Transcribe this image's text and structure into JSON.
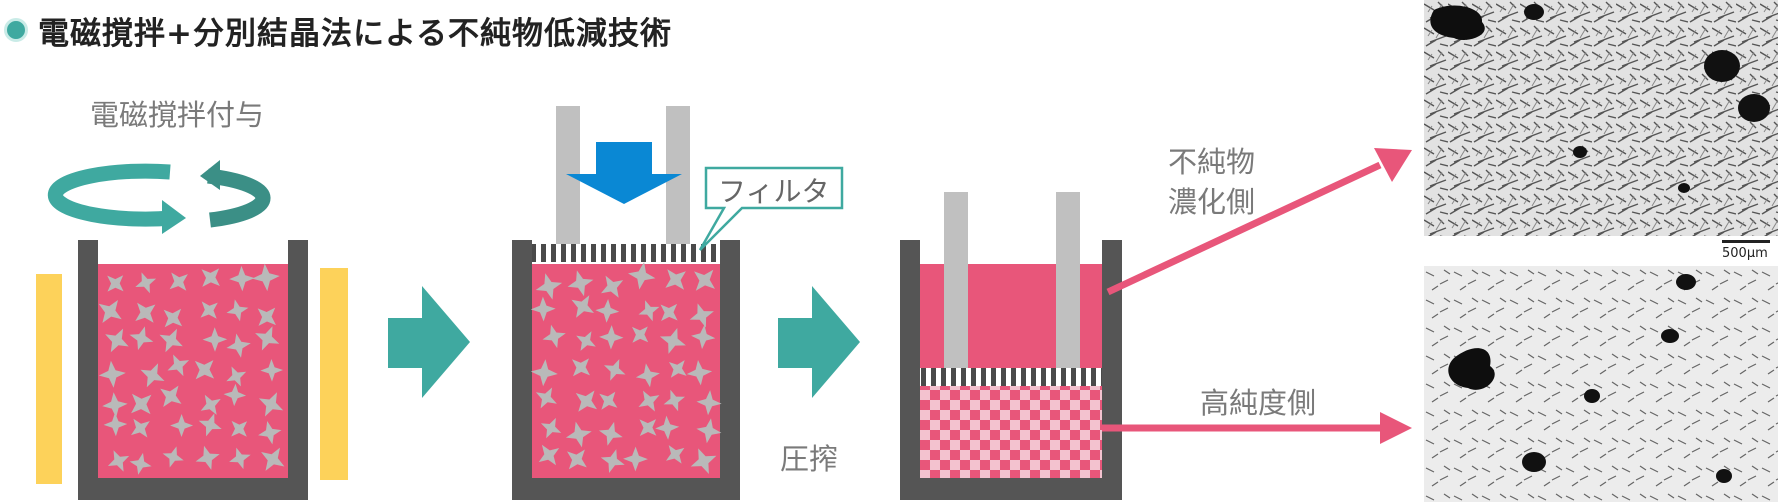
{
  "title": "電磁撹拌+分別結晶法による不純物低減技術",
  "colors": {
    "accent_teal": "#3fa9a0",
    "melt_pink": "#e8567a",
    "crystal_gray": "#b9b9b9",
    "vessel_dark": "#555555",
    "coil_yellow": "#fdd25a",
    "press_blue": "#0a88d4",
    "rod_gray": "#c0c0c0"
  },
  "steps": {
    "stir_label": "電磁撹拌付与",
    "press_label": "圧搾",
    "filter_label": "フィルタ"
  },
  "outputs": {
    "impurity_rich_line1": "不純物",
    "impurity_rich_line2": "濃化側",
    "high_purity": "高純度側"
  },
  "micrographs": {
    "scale_bar_label": "500μm"
  }
}
